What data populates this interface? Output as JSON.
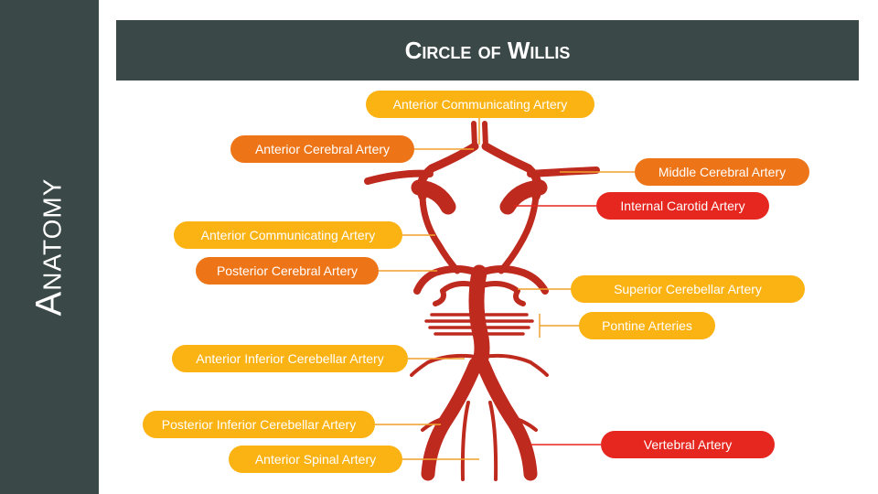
{
  "sidebar": {
    "title": "Anatomy"
  },
  "header": {
    "title": "Circle of Willis"
  },
  "colors": {
    "band": "#3a4848",
    "artery": "#bf2a1e",
    "leader": "#f2a12d",
    "label_yellow": "#fbb213",
    "label_orange": "#ee7418",
    "label_red": "#e5271f"
  },
  "labels": {
    "acom_top": "Anterior Communicating Artery",
    "aca": "Anterior Cerebral Artery",
    "mca": "Middle Cerebral Artery",
    "ica": "Internal Carotid Artery",
    "acom_left": "Anterior Communicating Artery",
    "pca": "Posterior Cerebral Artery",
    "sca": "Superior Cerebellar Artery",
    "pontine": "Pontine Arteries",
    "aica": "Anterior Inferior Cerebellar Artery",
    "pica": "Posterior Inferior Cerebellar Artery",
    "asa": "Anterior Spinal Artery",
    "va": "Vertebral Artery"
  }
}
